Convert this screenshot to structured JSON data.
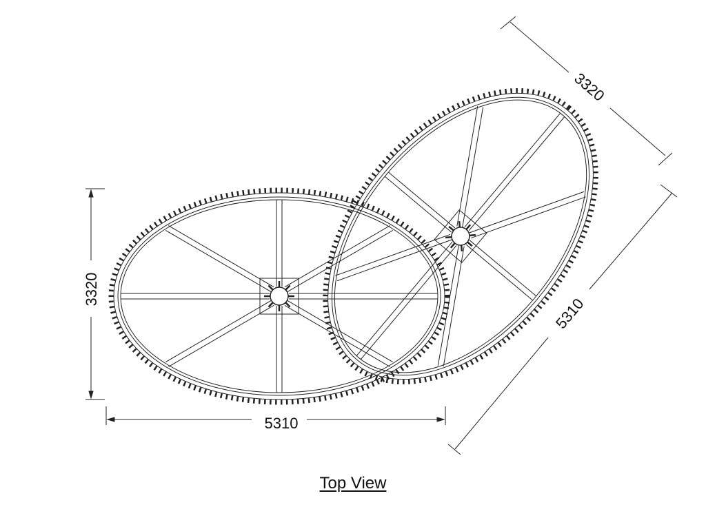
{
  "title": "Top View",
  "dimensions": {
    "left_length": "5310",
    "left_width": "3320",
    "right_length": "5310",
    "right_width": "3320"
  },
  "drawing": {
    "wheels": [
      {
        "name": "horizontal-wheel",
        "rotation_deg": 0,
        "spokes": 8
      },
      {
        "name": "rotated-wheel",
        "rotation_deg": -50,
        "spokes": 8
      }
    ],
    "line_color": "#222222"
  }
}
